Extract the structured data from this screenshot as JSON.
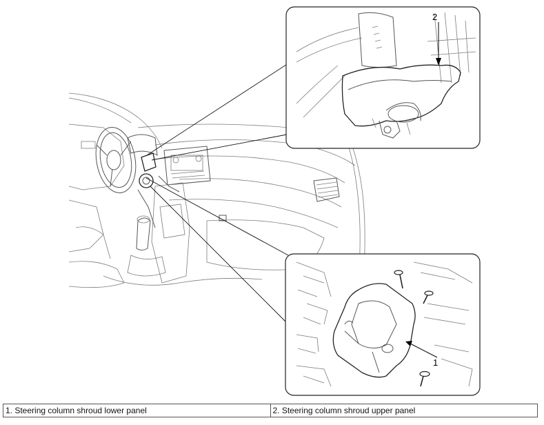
{
  "callouts": {
    "top_number": "2",
    "bottom_number": "1"
  },
  "legend": [
    {
      "text": "1. Steering column shroud lower panel"
    },
    {
      "text": "2. Steering column shroud upper panel"
    }
  ]
}
